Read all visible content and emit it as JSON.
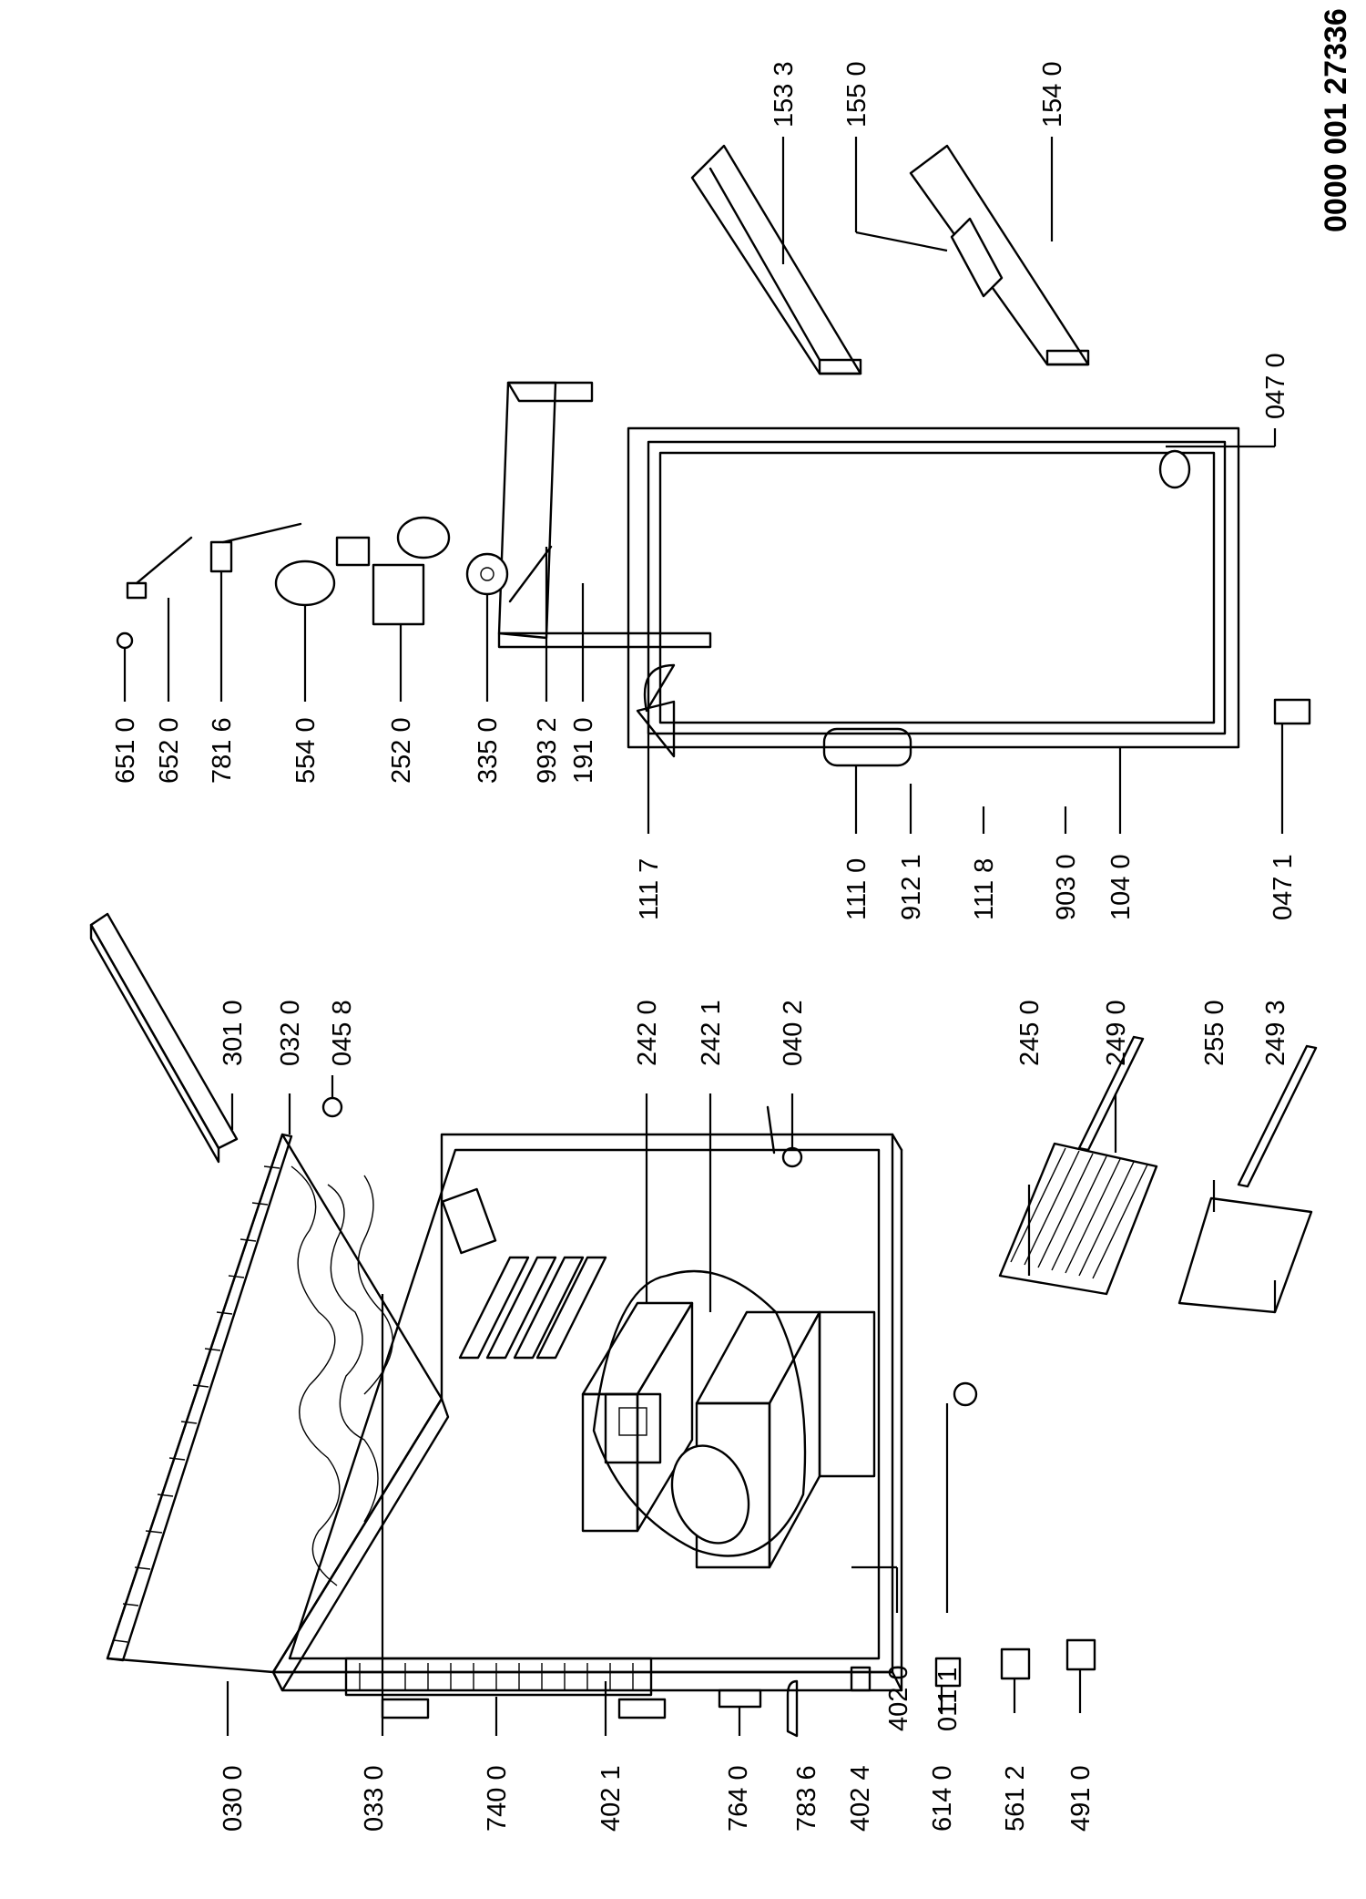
{
  "document_number": "0000 001 27336",
  "labels": {
    "l0300": "030 0",
    "l0330": "033 0",
    "l7400": "740 0",
    "l4021": "402 1",
    "l7640": "764 0",
    "l7836": "783 6",
    "l4024": "402 4",
    "l6140": "614 0",
    "l5612": "561 2",
    "l4910": "491 0",
    "l4020": "402 0",
    "l0111": "011 1",
    "l2450": "245 0",
    "l2490": "249 0",
    "l2550": "255 0",
    "l2493": "249 3",
    "l3010": "301 0",
    "l0320": "032 0",
    "l0458": "045 8",
    "l2420": "242 0",
    "l2421": "242 1",
    "l0402": "040 2",
    "l1117": "111 7",
    "l1110": "111 0",
    "l9121": "912 1",
    "l1118": "111 8",
    "l9030": "903 0",
    "l1040": "104 0",
    "l0471": "047 1",
    "l6510": "651 0",
    "l6520": "652 0",
    "l7816": "781 6",
    "l5540": "554 0",
    "l2520": "252 0",
    "l3350": "335 0",
    "l9932": "993 2",
    "l1910": "191 0",
    "l1533": "153 3",
    "l1550": "155 0",
    "l1540": "154 0",
    "l0470": "047 0"
  }
}
